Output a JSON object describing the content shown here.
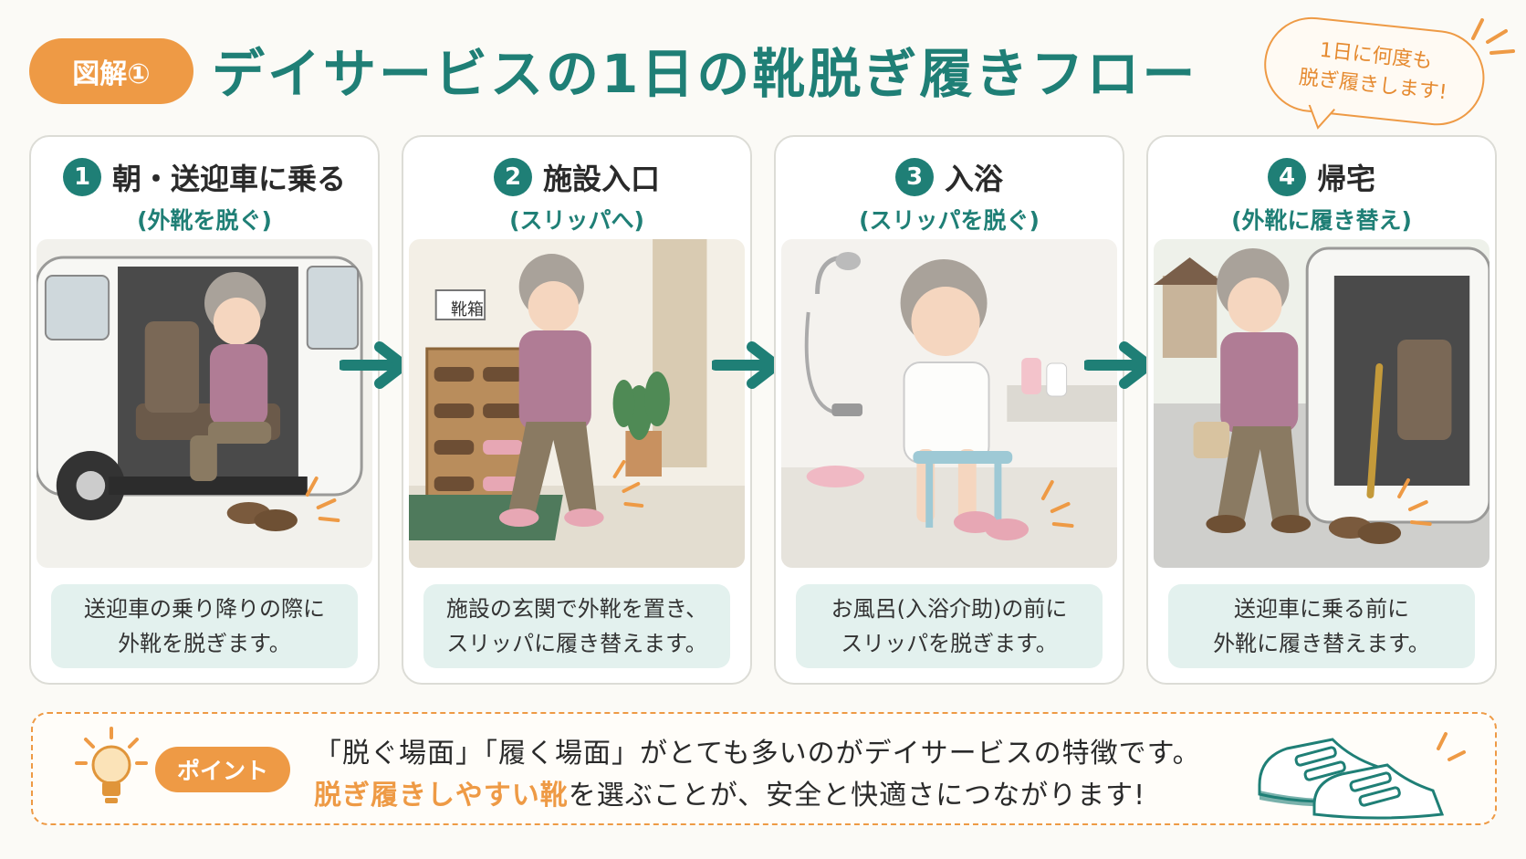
{
  "header": {
    "badge": "図解①",
    "title": "デイサービスの1日の靴脱ぎ履きフロー",
    "bubble_line1": "1日に何度も",
    "bubble_line2": "脱ぎ履きします!"
  },
  "steps": [
    {
      "num": "1",
      "title": "朝・送迎車に乗る",
      "sub": "(外靴を脱ぐ)",
      "desc1": "送迎車の乗り降りの際に",
      "desc2": "外靴を脱ぎます。"
    },
    {
      "num": "2",
      "title": "施設入口",
      "sub": "(スリッパへ)",
      "desc1": "施設の玄関で外靴を置き、",
      "desc2": "スリッパに履き替えます。",
      "sign": "靴箱"
    },
    {
      "num": "3",
      "title": "入浴",
      "sub": "(スリッパを脱ぐ)",
      "desc1": "お風呂(入浴介助)の前に",
      "desc2": "スリッパを脱ぎます。"
    },
    {
      "num": "4",
      "title": "帰宅",
      "sub": "(外靴に履き替え)",
      "desc1": "送迎車に乗る前に",
      "desc2": "外靴に履き替えます。"
    }
  ],
  "point": {
    "label": "ポイント",
    "line1": "「脱ぐ場面」「履く場面」がとても多いのがデイサービスの特徴です。",
    "line2_highlight": "脱ぎ履きしやすい靴",
    "line2_rest": "を選ぶことが、安全と快適さにつながります!"
  },
  "colors": {
    "accent_teal": "#1f7f76",
    "accent_orange": "#ee9a45",
    "desc_bg": "#e3f1ee"
  }
}
